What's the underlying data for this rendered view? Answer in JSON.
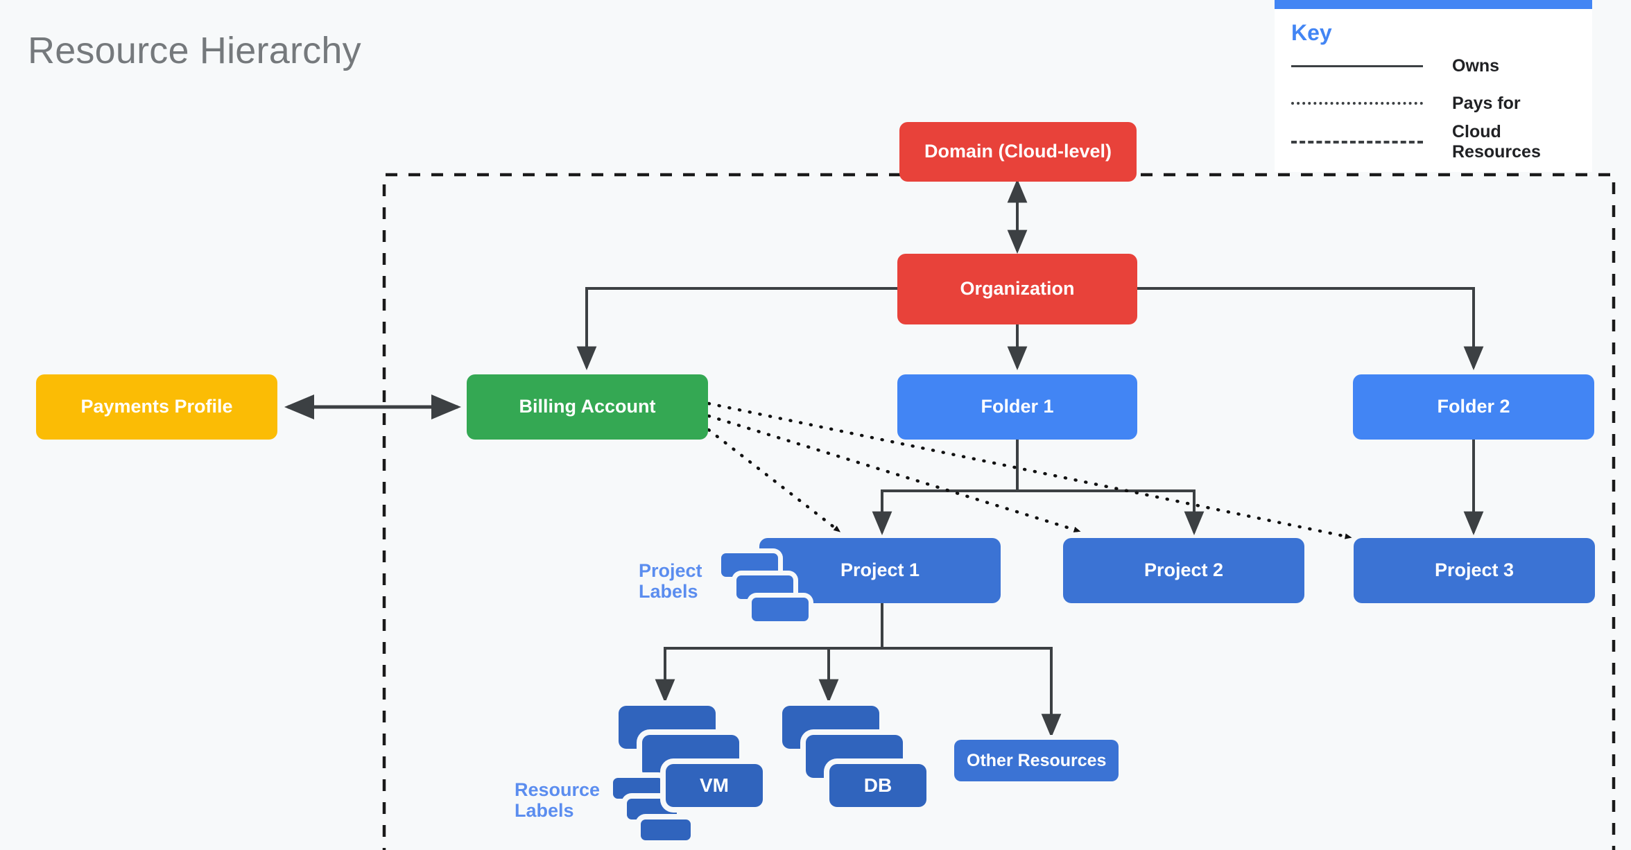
{
  "page": {
    "title": "Resource Hierarchy",
    "background_color": "#f7f9fa"
  },
  "colors": {
    "red": "#e8423a",
    "green": "#34a853",
    "yellow": "#fbbc05",
    "blue": "#4285f4",
    "dark_blue": "#3b73d4",
    "resource_blue": "#3064bd",
    "title_gray": "#75797c",
    "label_blue": "#5b8def",
    "line_gray": "#3c4043",
    "legend_accent": "#4285f4"
  },
  "legend": {
    "title": "Key",
    "rows": [
      {
        "style": "solid",
        "label": "Owns"
      },
      {
        "style": "dotted",
        "label": "Pays for"
      },
      {
        "style": "dashed",
        "label": "Cloud Resources"
      }
    ]
  },
  "nodes": {
    "domain": "Domain (Cloud-level)",
    "organization": "Organization",
    "payments_profile": "Payments Profile",
    "billing_account": "Billing Account",
    "folder1": "Folder 1",
    "folder2": "Folder 2",
    "project1": "Project 1",
    "project2": "Project 2",
    "project3": "Project 3",
    "vm": "VM",
    "db": "DB",
    "other_resources": "Other Resources"
  },
  "side_labels": {
    "project_labels_line1": "Project",
    "project_labels_line2": "Labels",
    "resource_labels_line1": "Resource",
    "resource_labels_line2": "Labels"
  },
  "relationships": [
    {
      "from": "Domain (Cloud-level)",
      "to": "Organization",
      "type": "owns",
      "bidirectional": true
    },
    {
      "from": "Organization",
      "to": "Billing Account",
      "type": "owns"
    },
    {
      "from": "Organization",
      "to": "Folder 1",
      "type": "owns"
    },
    {
      "from": "Organization",
      "to": "Folder 2",
      "type": "owns"
    },
    {
      "from": "Payments Profile",
      "to": "Billing Account",
      "type": "owns",
      "bidirectional": true
    },
    {
      "from": "Billing Account",
      "to": "Project 1",
      "type": "pays for"
    },
    {
      "from": "Billing Account",
      "to": "Project 2",
      "type": "pays for"
    },
    {
      "from": "Billing Account",
      "to": "Project 3",
      "type": "pays for"
    },
    {
      "from": "Folder 1",
      "to": "Project 1",
      "type": "owns"
    },
    {
      "from": "Folder 1",
      "to": "Project 2",
      "type": "owns"
    },
    {
      "from": "Folder 2",
      "to": "Project 3",
      "type": "owns"
    },
    {
      "from": "Project 1",
      "to": "VM",
      "type": "owns"
    },
    {
      "from": "Project 1",
      "to": "DB",
      "type": "owns"
    },
    {
      "from": "Project 1",
      "to": "Other Resources",
      "type": "owns"
    }
  ]
}
